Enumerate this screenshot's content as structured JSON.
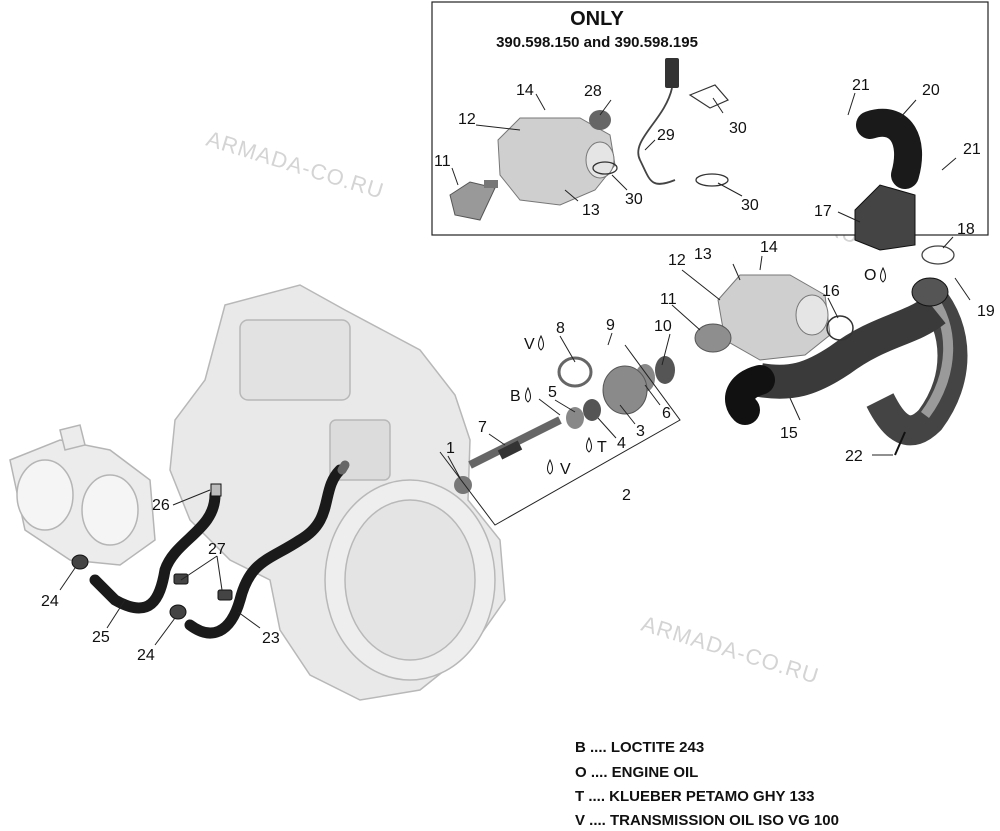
{
  "inset": {
    "title": "ONLY",
    "subtitle": "390.598.150 and 390.598.195"
  },
  "watermark": {
    "text": "ARMADA-CO.RU"
  },
  "callouts": {
    "inset_14": "14",
    "inset_28": "28",
    "inset_12": "12",
    "inset_29": "29",
    "inset_30a": "30",
    "inset_11": "11",
    "inset_13": "13",
    "inset_30b": "30",
    "inset_30c": "30",
    "c21a": "21",
    "c20": "20",
    "c21b": "21",
    "c17": "17",
    "c18": "18",
    "c0": "O",
    "c19": "19",
    "c14": "14",
    "c12": "12",
    "c13": "13",
    "c16": "16",
    "c11": "11",
    "c9": "9",
    "c8": "8",
    "cV1": "V",
    "c10": "10",
    "cB": "B",
    "c5": "5",
    "c6": "6",
    "c3": "3",
    "c7": "7",
    "cT": "T",
    "c4": "4",
    "c1": "1",
    "cV2": "V",
    "c2": "2",
    "c15": "15",
    "c22": "22",
    "c26": "26",
    "c27": "27",
    "c24a": "24",
    "c25": "25",
    "c24b": "24",
    "c23": "23"
  },
  "legend": [
    {
      "code": "B",
      "text": "B .... LOCTITE 243"
    },
    {
      "code": "O",
      "text": "O .... ENGINE OIL"
    },
    {
      "code": "T",
      "text": "T .... KLUEBER PETAMO GHY 133"
    },
    {
      "code": "V",
      "text": "V .... TRANSMISSION OIL ISO VG 100"
    }
  ]
}
